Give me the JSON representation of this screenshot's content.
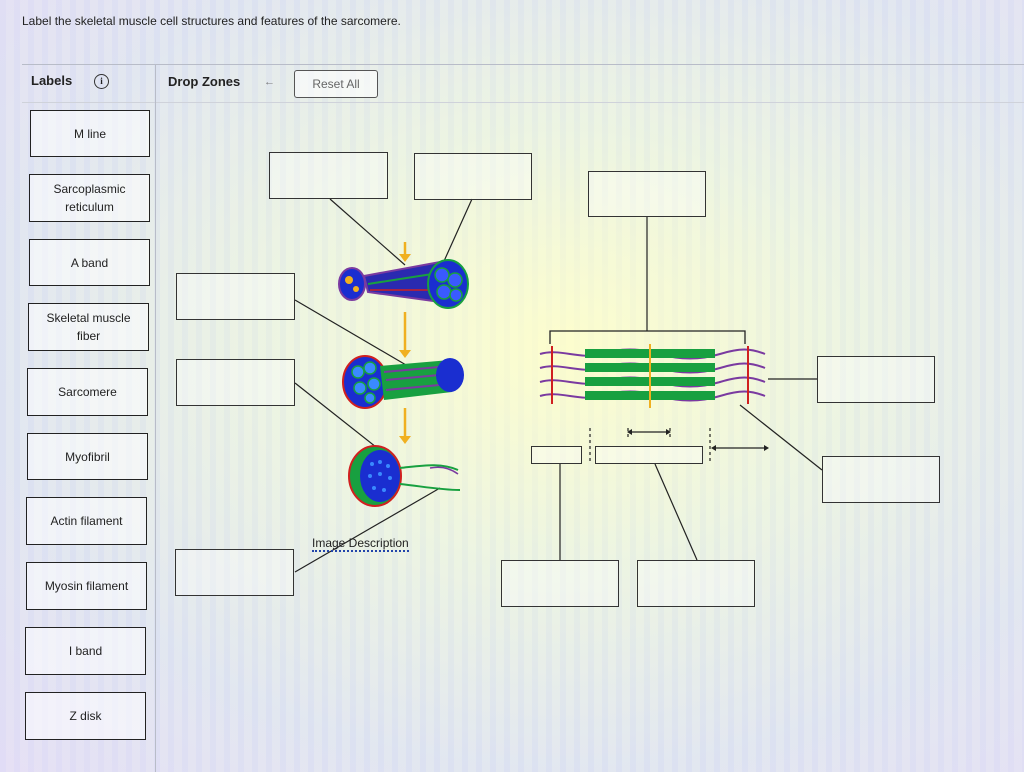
{
  "title": "Label the skeletal muscle cell structures and features of the sarcomere.",
  "labels_header": "Labels",
  "info_glyph": "i",
  "drop_zones_header": "Drop Zones",
  "back_arrow": "←",
  "reset_label": "Reset All",
  "image_description_link": "Image Description",
  "labels": [
    [
      "M line"
    ],
    [
      "Sarcoplasmic",
      "reticulum"
    ],
    [
      "A band"
    ],
    [
      "Skeletal muscle",
      "fiber"
    ],
    [
      "Sarcomere"
    ],
    [
      "Myofibril"
    ],
    [
      "Actin filament"
    ],
    [
      "Myosin filament"
    ],
    [
      "I band"
    ],
    [
      "Z disk"
    ]
  ],
  "colors": {
    "arrow": "#f0b020",
    "fiber_blue": "#1a2ed0",
    "fiber_green": "#18a040",
    "fiber_purple": "#7a3aa0",
    "fiber_red": "#d02020"
  }
}
